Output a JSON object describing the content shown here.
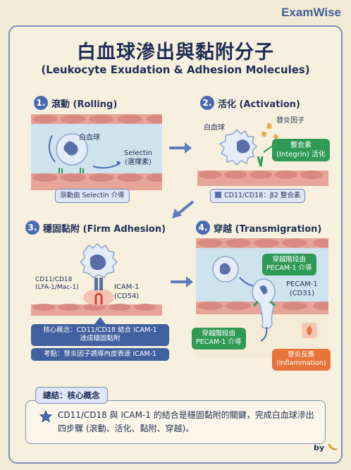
{
  "brand": "ExamWise",
  "title": "白血球滲出與黏附分子",
  "subtitle": "(Leukocyte Exudation & Adhesion Molecules)",
  "steps": [
    {
      "num": "1.",
      "title": "滾動 (Rolling)"
    },
    {
      "num": "2.",
      "title": "活化 (Activation)"
    },
    {
      "num": "3.",
      "title": "穩固黏附 (Firm Adhesion)"
    },
    {
      "num": "4.",
      "title": "穿越 (Transmigration)"
    }
  ],
  "step1": {
    "wbc_label": "白血球",
    "selectin_label": "Selectin\n(選擇素)",
    "caption": "滾動由 Selectin 介導"
  },
  "step2": {
    "wbc_label": "白血球",
    "factor_label": "發炎因子",
    "integrin_label": "整合素\n(Integrin) 活化",
    "legend": "CD11/CD18：β2 整合素"
  },
  "step3": {
    "cd_label": "CD11/CD18\n(LFA-1/Mac-1)",
    "icam_label": "ICAM-1\n(CD54)",
    "concept": "核心概念：CD11/CD18 結合 ICAM-1\n達成穩固黏附",
    "exam_point": "考點：發炎因子誘導內皮表達 ICAM-1"
  },
  "step4": {
    "pecam_top": "穿越階段由\nPECAM-1 介導",
    "pecam_label": "PECAM-1\n(CD31)",
    "pecam_bottom": "穿越階段由\nPECAM-1 介導",
    "inflammation": "發炎反應\n(Inflammation)"
  },
  "summary": {
    "tag": "總結：核心概念",
    "text": "CD11/CD18 與 ICAM-1 的結合是穩固黏附的關鍵，完成白血球滲出四步驟 (滾動、活化、黏附、穿越)。"
  },
  "byline": "by",
  "colors": {
    "navy": "#1f2e55",
    "accent_blue": "#4b6cb3",
    "green": "#2f9a55",
    "orange": "#e8733b",
    "vessel_wall": "#e7a59a",
    "lumen": "#cfe3ee"
  },
  "icons": [
    "arrow-right-icon",
    "arrow-down-left-icon",
    "star-icon",
    "banana-icon"
  ]
}
